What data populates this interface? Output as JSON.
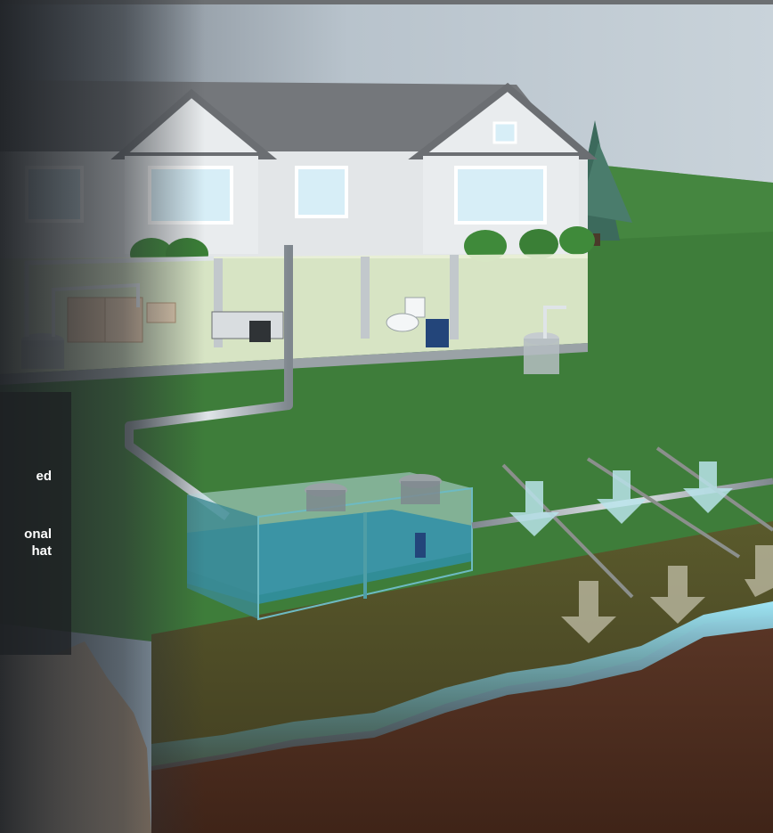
{
  "caption": {
    "line1": "ed",
    "line2": "onal",
    "line3": "hat"
  },
  "colors": {
    "sky": "#c9d3da",
    "lawn": "#3e7d3a",
    "soil": "#4a2e1e",
    "groundwater": "#7fd3ea",
    "house_wall": "#e6e9eb",
    "roof": "#6b6e72",
    "tank_water": "#2f8fa8",
    "drain_arrow": "#b9e3ea"
  },
  "icons": {
    "septic_tank": "septic-tank-icon",
    "pump_basin": "pump-basin-icon",
    "toilet": "toilet-icon",
    "washer": "washing-machine-icon",
    "tree": "evergreen-tree-icon"
  }
}
